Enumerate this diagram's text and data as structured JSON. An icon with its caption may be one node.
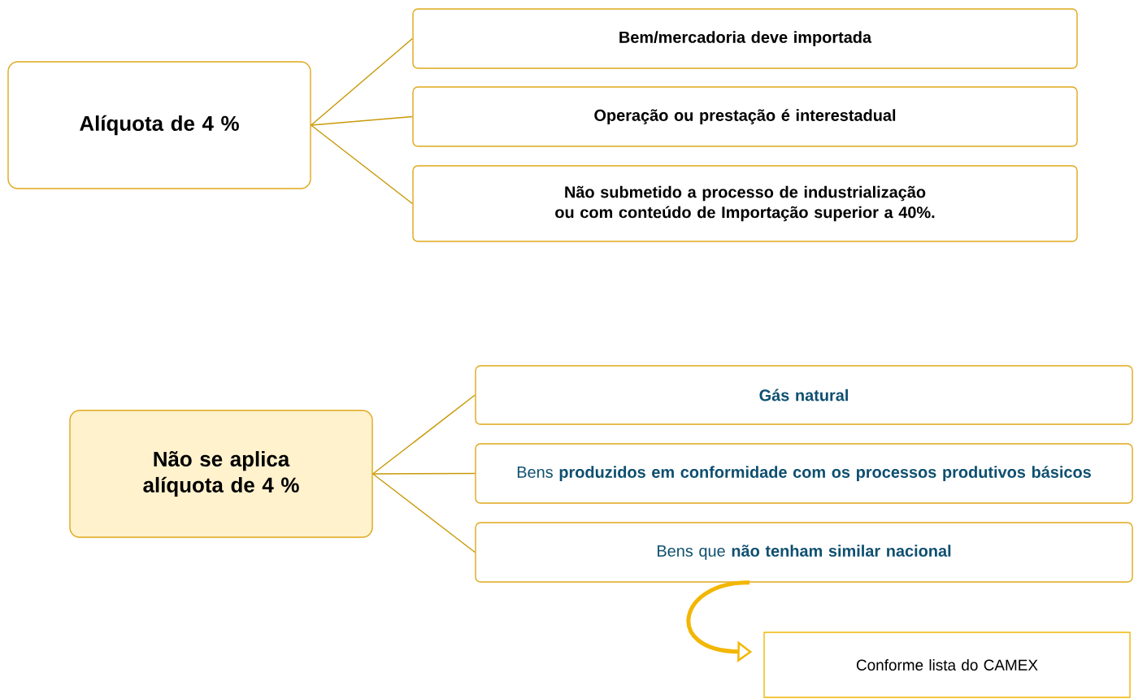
{
  "diagram": {
    "nodes": [
      {
        "text": [
          "Alíquota de 4 %"
        ]
      },
      {
        "text": [
          "Bem/mercadoria deve importada"
        ]
      },
      {
        "text": [
          "Operação ou prestação é interestadual"
        ]
      },
      {
        "text": [
          "Não submetido a processo de industrialização ou com conteúdo de Importação superior a 40%."
        ]
      },
      {
        "text": [
          "Não se aplica alíquota de 4 %"
        ]
      },
      {
        "text": [
          "Gás natural"
        ]
      },
      {
        "text": [
          "Bens **produzidos em conformidade com os processos produtivos básicos**"
        ]
      },
      {
        "text": [
          "Bens que **não tenham similar nacional**"
        ]
      },
      {
        "text": [
          "Conforme lista do CAMEX"
        ]
      }
    ],
    "edges": [
      {
        "from": 0,
        "to": 1,
        "arrow": "none"
      },
      {
        "from": 0,
        "to": 2,
        "arrow": "none"
      },
      {
        "from": 0,
        "to": 3,
        "arrow": "none"
      },
      {
        "from": 4,
        "to": 5,
        "arrow": "none"
      },
      {
        "from": 4,
        "to": 6,
        "arrow": "none"
      },
      {
        "from": 4,
        "to": 7,
        "arrow": "none"
      },
      {
        "from": 7,
        "to": 8,
        "arrow": "to",
        "style": "thick",
        "color": "#f2b705"
      }
    ]
  }
}
